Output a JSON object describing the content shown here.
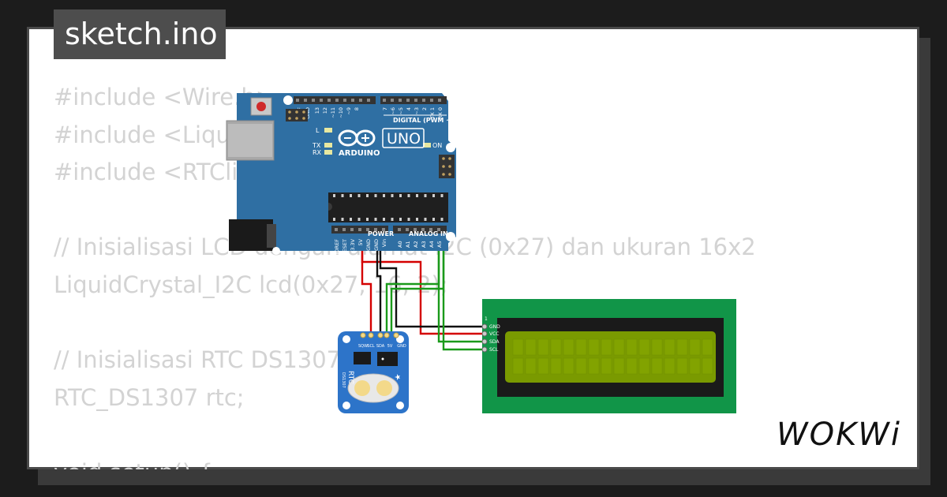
{
  "file_tab": {
    "label": "sketch.ino"
  },
  "code_lines": [
    "#include <Wire.h>",
    "#include <LiquidCrystal_I2C.h>",
    "#include <RTClib.h>",
    "",
    "// Inisialisasi LCD dengan alamat I2C (0x27) dan ukuran 16x2",
    "LiquidCrystal_I2C lcd(0x27, 16, 2);",
    "",
    "// Inisialisasi RTC DS1307",
    "RTC_DS1307 rtc;",
    "",
    "void setup() {"
  ],
  "arduino": {
    "model": "UNO",
    "brand": "ARDUINO",
    "digital_label": "DIGITAL (PWM ~)",
    "power_label": "POWER",
    "analog_label": "ANALOG IN",
    "top_pins": [
      "AREF",
      "GND",
      "13",
      "12",
      "~11",
      "~10",
      "~9",
      "8",
      "7",
      "~6",
      "~5",
      "4",
      "~3",
      "2",
      "TX 1",
      "RX 0"
    ],
    "power_pins": [
      "IOREF",
      "RESET",
      "3.3V",
      "5V",
      "GND",
      "GND",
      "Vin"
    ],
    "analog_pins": [
      "A0",
      "A1",
      "A2",
      "A3",
      "A4",
      "A5"
    ],
    "led_labels": [
      "L",
      "TX",
      "RX",
      "ON"
    ],
    "colors": {
      "board": "#2f6fa3",
      "header": "#333333"
    }
  },
  "rtc_module": {
    "title": "RTC",
    "chip": "DS1307",
    "pins": [
      "SQW",
      "SCL",
      "SDA",
      "5V",
      "GND"
    ],
    "color": "#2d74c9"
  },
  "lcd": {
    "pin_one": "1",
    "pins": [
      "GND",
      "VCC",
      "SDA",
      "SCL"
    ],
    "colors": {
      "board": "#119548",
      "screen": "#7a9a00"
    }
  },
  "wires": {
    "power": "#d40000",
    "ground": "#111111",
    "signal": "#1a9a1a"
  },
  "watermark": "WOKWi"
}
